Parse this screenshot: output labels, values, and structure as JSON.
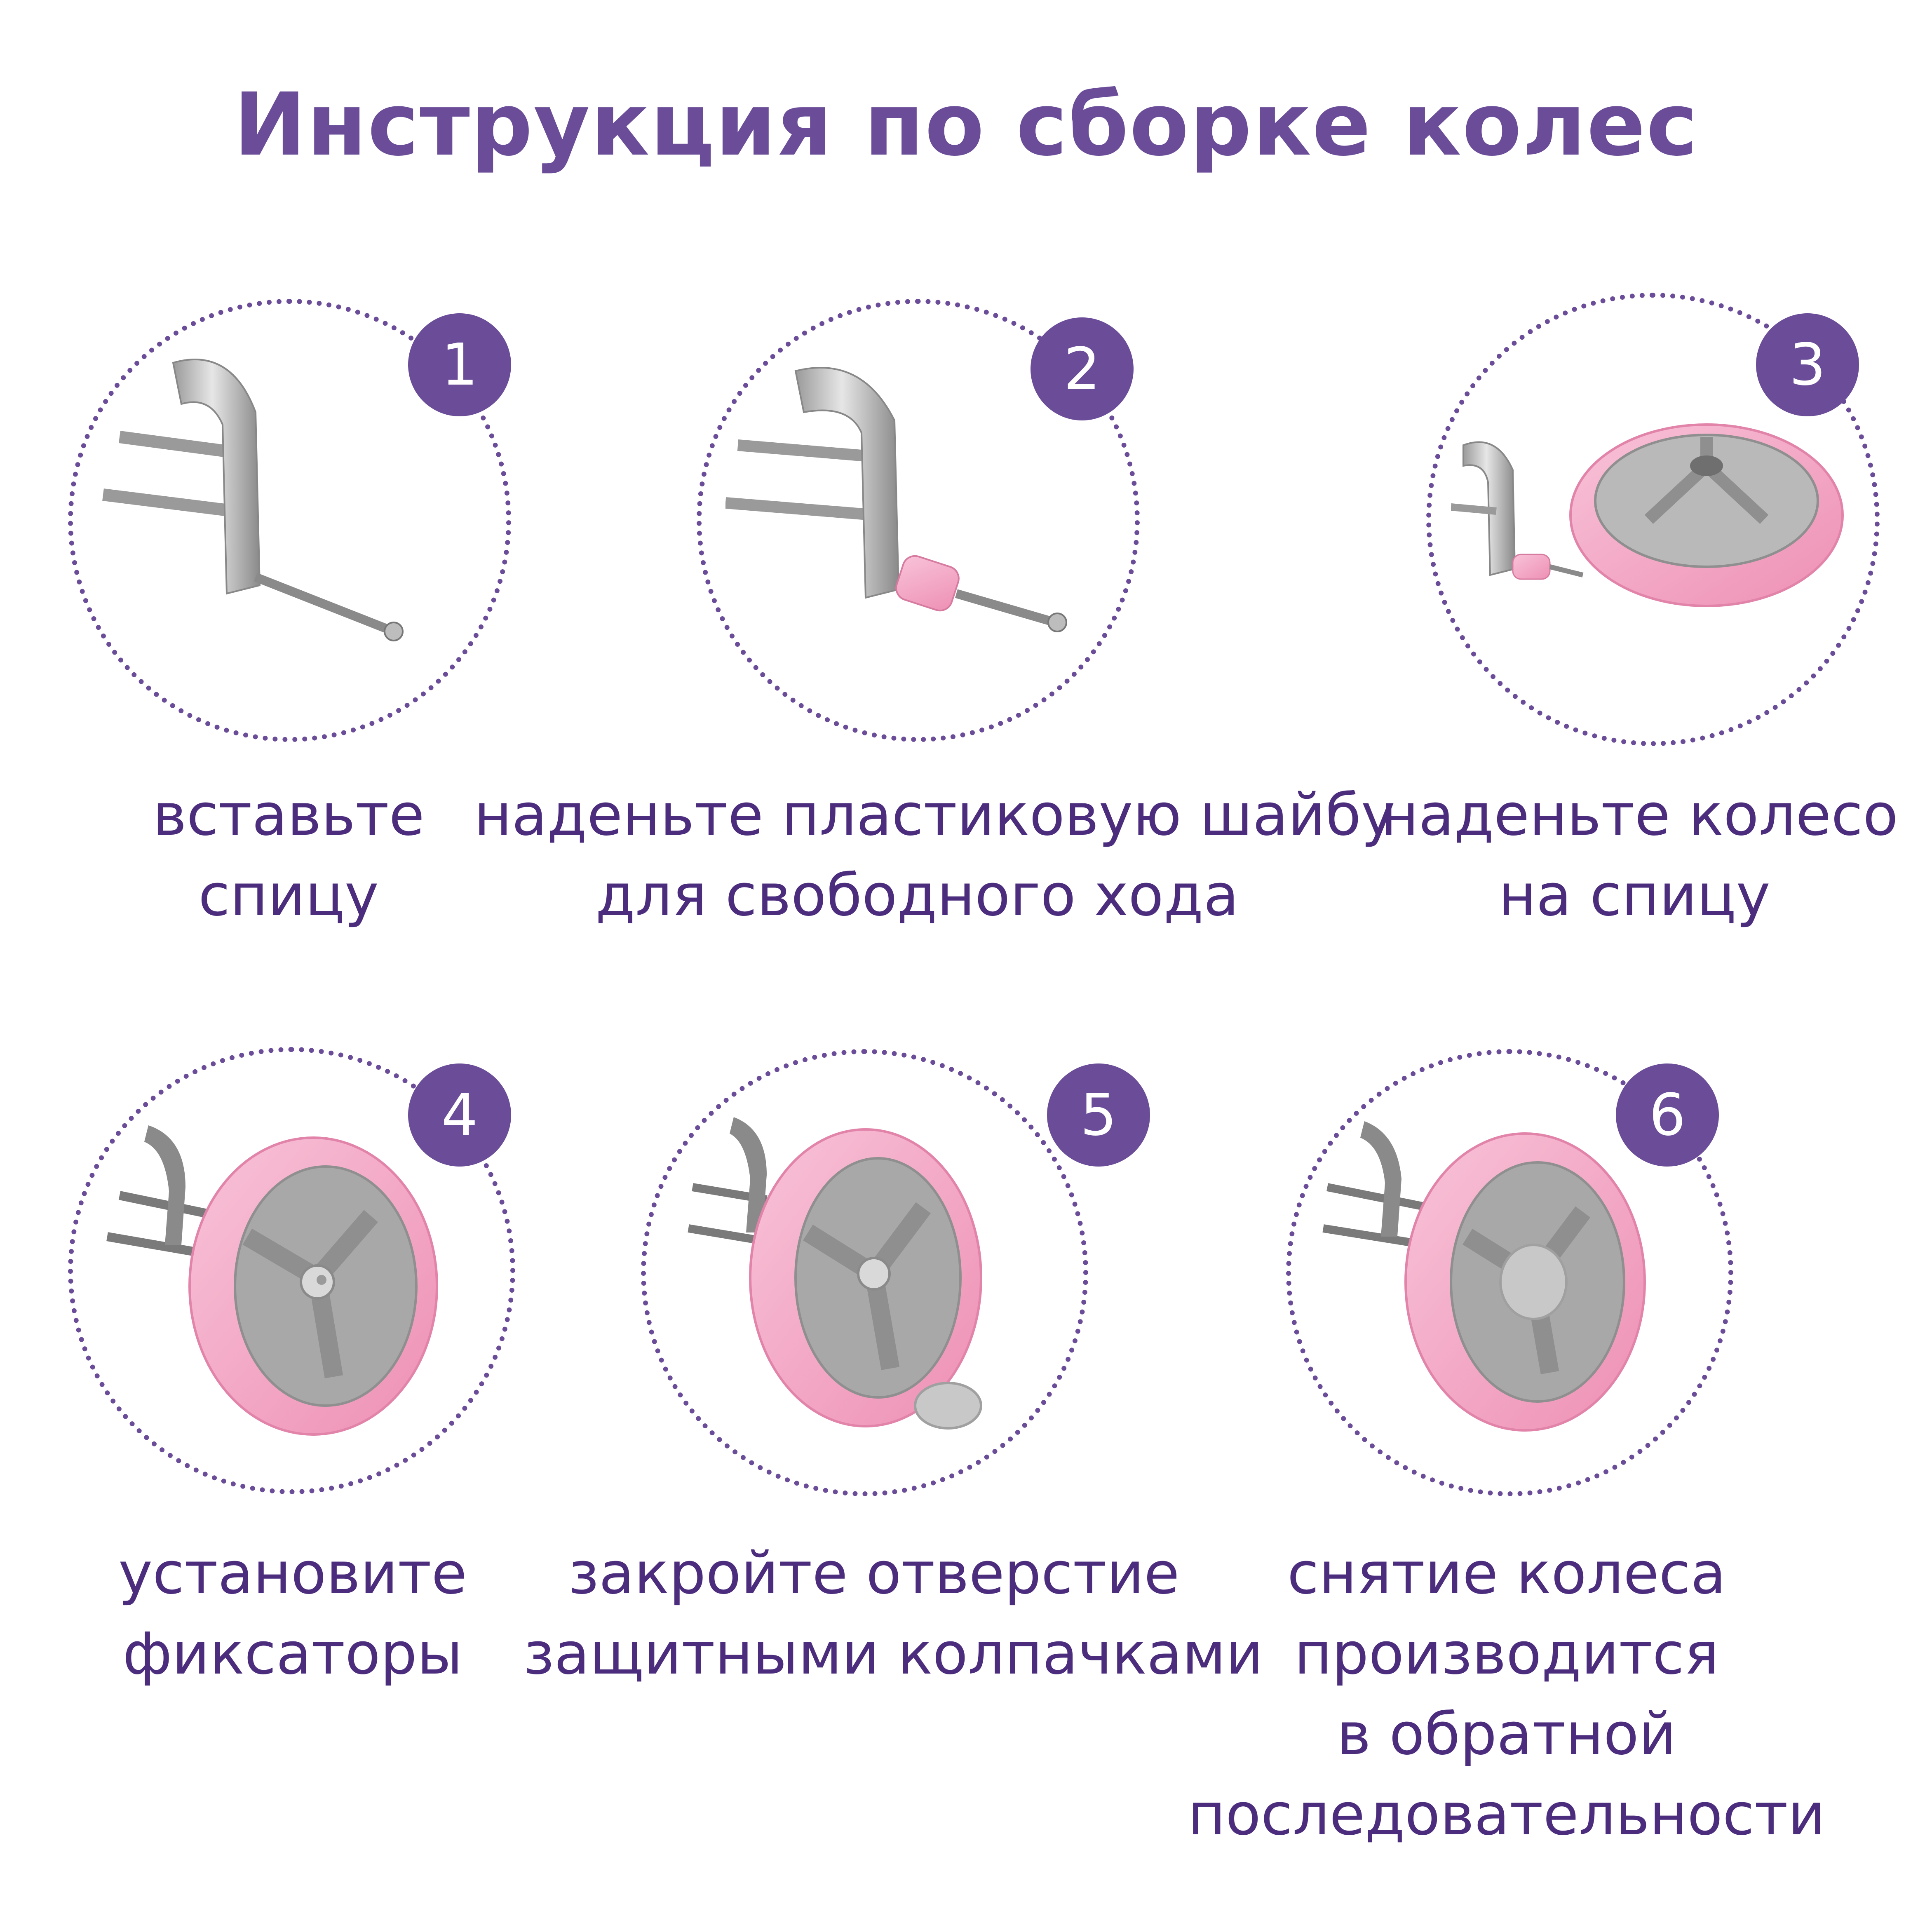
{
  "title": "Инструкция по сборке колес",
  "steps": [
    {
      "number": "1",
      "caption": [
        "вставьте",
        "спицу"
      ]
    },
    {
      "number": "2",
      "caption": [
        "наденьте пластиковую шайбу",
        "для свободного хода"
      ]
    },
    {
      "number": "3",
      "caption": [
        "наденьте колесо",
        "на спицу"
      ]
    },
    {
      "number": "4",
      "caption": [
        "установите",
        "фиксаторы"
      ]
    },
    {
      "number": "5",
      "caption": [
        "закройте отверстие",
        "защитными колпачками"
      ]
    },
    {
      "number": "6",
      "caption": [
        "снятие колеса",
        "производится",
        "в обратной",
        "последовательности"
      ]
    }
  ],
  "colors": {
    "accent": "#6a4c98",
    "text": "#4b2c7d",
    "pink": "#f4a7c6",
    "gray": "#8f8f8f"
  }
}
